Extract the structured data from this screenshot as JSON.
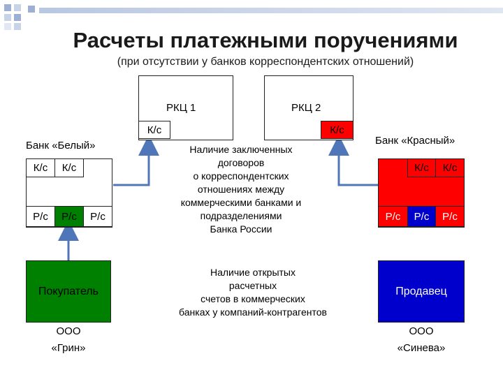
{
  "title": "Расчеты платежными поручениями",
  "subtitle": "(при отсутствии у банков корреспондентских отношений)",
  "rkc1": {
    "label": "РКЦ 1",
    "account": "К/с"
  },
  "rkc2": {
    "label": "РКЦ 2",
    "account": "К/с"
  },
  "bank_left": {
    "name": "Банк «Белый»",
    "ks": [
      "К/с",
      "К/с"
    ],
    "rs": [
      "Р/с",
      "Р/с",
      "Р/с"
    ]
  },
  "bank_right": {
    "name": "Банк  «Красный»",
    "ks": [
      "К/с",
      "К/с"
    ],
    "rs": [
      "Р/с",
      "Р/с",
      "Р/с"
    ]
  },
  "buyer": {
    "label": "Покупатель",
    "company_line1": "ООО",
    "company_line2": "«Грин»"
  },
  "seller": {
    "label": "Продавец",
    "company_line1": "ООО",
    "company_line2": "«Синева»"
  },
  "note_contracts": [
    "Наличие заключенных",
    "договоров",
    "о корреспондентских",
    "отношениях между",
    "коммерческими банками и",
    "подразделениями",
    "Банка России"
  ],
  "note_accounts": [
    "Наличие открытых",
    "расчетных",
    "счетов в коммерческих",
    "банках у компаний-контрагентов"
  ],
  "colors": {
    "green": "#008000",
    "red": "#ff0000",
    "blue": "#0000cc",
    "arrow": "#4f76b8",
    "decor_dark": "#9db0d3",
    "decor_light": "#c9d3e8"
  }
}
